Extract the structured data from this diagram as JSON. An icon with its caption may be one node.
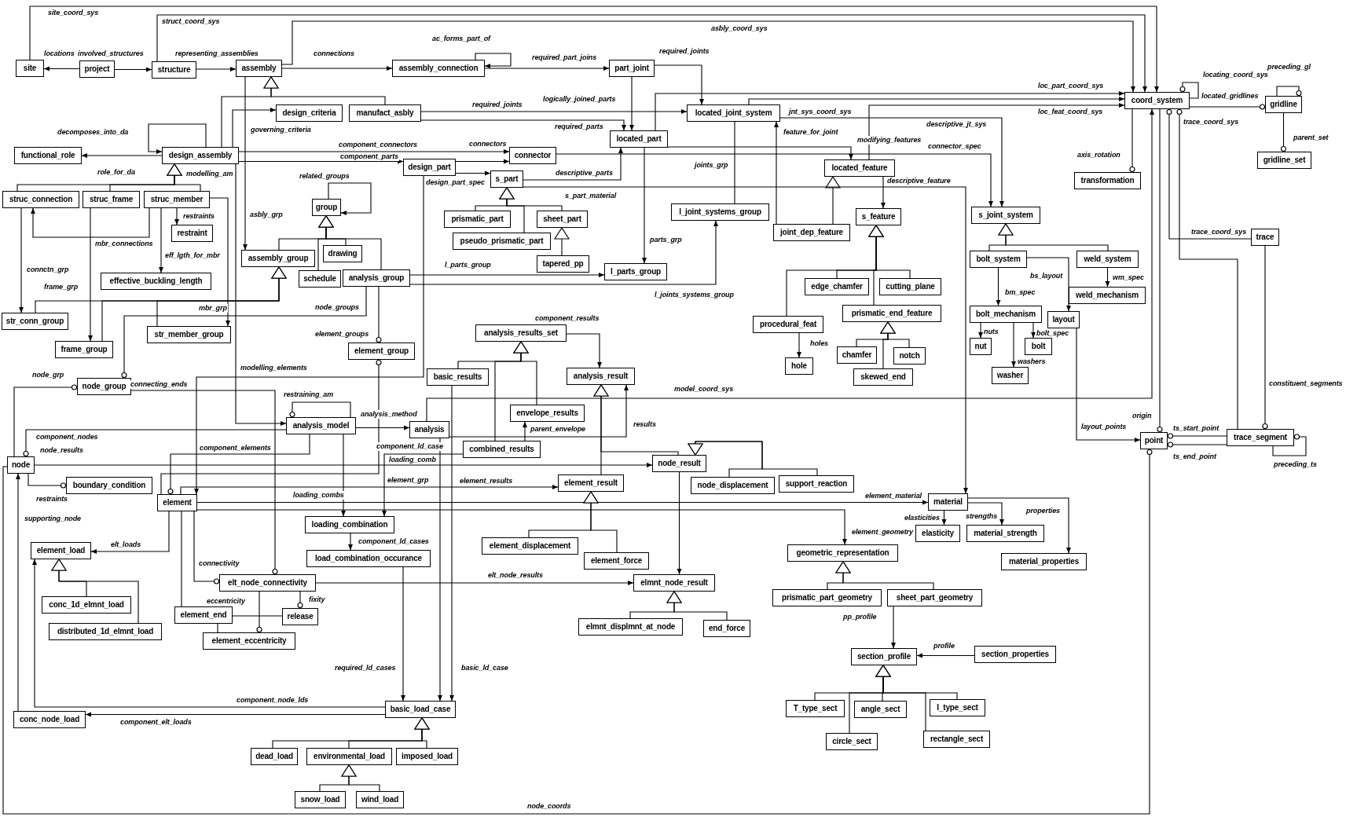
{
  "diagram": {
    "nodes": [
      {
        "text": [
          "site"
        ]
      },
      {
        "text": [
          "project"
        ]
      },
      {
        "text": [
          "structure"
        ]
      },
      {
        "text": [
          "assembly"
        ]
      },
      {
        "text": [
          "assembly_connection"
        ]
      },
      {
        "text": [
          "part_joint"
        ]
      },
      {
        "text": [
          "coord_system"
        ]
      },
      {
        "text": [
          "gridline"
        ]
      },
      {
        "text": [
          "design_criteria"
        ]
      },
      {
        "text": [
          "manufact_asbly"
        ]
      },
      {
        "text": [
          "located_joint_system"
        ]
      },
      {
        "text": [
          "located_part"
        ]
      },
      {
        "text": [
          "functional_role"
        ]
      },
      {
        "text": [
          "design_assembly"
        ]
      },
      {
        "text": [
          "design_part"
        ]
      },
      {
        "text": [
          "connector"
        ]
      },
      {
        "text": [
          "located_feature"
        ]
      },
      {
        "text": [
          "gridline_set"
        ]
      },
      {
        "text": [
          "s_part"
        ]
      },
      {
        "text": [
          "transformation"
        ]
      },
      {
        "text": [
          "struc_connection"
        ]
      },
      {
        "text": [
          "struc_frame"
        ]
      },
      {
        "text": [
          "struc_member"
        ]
      },
      {
        "text": [
          "group"
        ]
      },
      {
        "text": [
          "prismatic_part"
        ]
      },
      {
        "text": [
          "sheet_part"
        ]
      },
      {
        "text": [
          "l_joint_systems_group"
        ]
      },
      {
        "text": [
          "s_feature"
        ]
      },
      {
        "text": [
          "s_joint_system"
        ]
      },
      {
        "text": [
          "restraint"
        ]
      },
      {
        "text": [
          "pseudo_prismatic_part"
        ]
      },
      {
        "text": [
          "joint_dep_feature"
        ]
      },
      {
        "text": [
          "trace"
        ]
      },
      {
        "text": [
          "drawing"
        ]
      },
      {
        "text": [
          "assembly_group"
        ]
      },
      {
        "text": [
          "bolt_system"
        ]
      },
      {
        "text": [
          "weld_system"
        ]
      },
      {
        "text": [
          "tapered_pp"
        ]
      },
      {
        "text": [
          "schedule"
        ]
      },
      {
        "text": [
          "analysis_group"
        ]
      },
      {
        "text": [
          "effective_buckling_length"
        ]
      },
      {
        "text": [
          "l_parts_group"
        ]
      },
      {
        "text": [
          "edge_chamfer"
        ]
      },
      {
        "text": [
          "cutting_plane"
        ]
      },
      {
        "text": [
          "weld_mechanism"
        ]
      },
      {
        "text": [
          "str_conn_group"
        ]
      },
      {
        "text": [
          "prismatic_end_feature"
        ]
      },
      {
        "text": [
          "bolt_mechanism"
        ]
      },
      {
        "text": [
          "layout"
        ]
      },
      {
        "text": [
          "procedural_feat"
        ]
      },
      {
        "text": [
          "str_member_group"
        ]
      },
      {
        "text": [
          "frame_group"
        ]
      },
      {
        "text": [
          "element_group"
        ]
      },
      {
        "text": [
          "analysis_results_set"
        ]
      },
      {
        "text": [
          "chamfer"
        ]
      },
      {
        "text": [
          "notch"
        ]
      },
      {
        "text": [
          "nut"
        ]
      },
      {
        "text": [
          "bolt"
        ]
      },
      {
        "text": [
          "hole"
        ]
      },
      {
        "text": [
          "basic_results"
        ]
      },
      {
        "text": [
          "analysis_result"
        ]
      },
      {
        "text": [
          "skewed_end"
        ]
      },
      {
        "text": [
          "washer"
        ]
      },
      {
        "text": [
          "node_group"
        ]
      },
      {
        "text": [
          "envelope_results"
        ]
      },
      {
        "text": [
          "analysis_model"
        ]
      },
      {
        "text": [
          "analysis"
        ]
      },
      {
        "text": [
          "combined_results"
        ]
      },
      {
        "text": [
          "point"
        ]
      },
      {
        "text": [
          "trace_segment"
        ]
      },
      {
        "text": [
          "node"
        ]
      },
      {
        "text": [
          "node_result"
        ]
      },
      {
        "text": [
          "element_result"
        ]
      },
      {
        "text": [
          "node_displacement"
        ]
      },
      {
        "text": [
          "support_reaction"
        ]
      },
      {
        "text": [
          "boundary_condition"
        ]
      },
      {
        "text": [
          "element"
        ]
      },
      {
        "text": [
          "material"
        ]
      },
      {
        "text": [
          "loading_combination"
        ]
      },
      {
        "text": [
          "element_displacement"
        ]
      },
      {
        "text": [
          "elasticity"
        ]
      },
      {
        "text": [
          "material_strength"
        ]
      },
      {
        "text": [
          "element_load"
        ]
      },
      {
        "text": [
          "load_combination_occurance"
        ]
      },
      {
        "text": [
          "element_force"
        ]
      },
      {
        "text": [
          "geometric_representation"
        ]
      },
      {
        "text": [
          "material_properties"
        ]
      },
      {
        "text": [
          "elt_node_connectivity"
        ]
      },
      {
        "text": [
          "elmnt_node_result"
        ]
      },
      {
        "text": [
          "conc_1d_elmnt_load"
        ]
      },
      {
        "text": [
          "prismatic_part_geometry"
        ]
      },
      {
        "text": [
          "sheet_part_geometry"
        ]
      },
      {
        "text": [
          "element_end"
        ]
      },
      {
        "text": [
          "release"
        ]
      },
      {
        "text": [
          "distributed_1d_elmnt_load"
        ]
      },
      {
        "text": [
          "elmnt_displmnt_at_node"
        ]
      },
      {
        "text": [
          "end_force"
        ]
      },
      {
        "text": [
          "element_eccentricity"
        ]
      },
      {
        "text": [
          "section_profile"
        ]
      },
      {
        "text": [
          "section_properties"
        ]
      },
      {
        "text": [
          "T_type_sect"
        ]
      },
      {
        "text": [
          "angle_sect"
        ]
      },
      {
        "text": [
          "I_type_sect"
        ]
      },
      {
        "text": [
          "conc_node_load"
        ]
      },
      {
        "text": [
          "basic_load_case"
        ]
      },
      {
        "text": [
          "circle_sect"
        ]
      },
      {
        "text": [
          "rectangle_sect"
        ]
      },
      {
        "text": [
          "dead_load"
        ]
      },
      {
        "text": [
          "environmental_load"
        ]
      },
      {
        "text": [
          "imposed_load"
        ]
      },
      {
        "text": [
          "snow_load"
        ]
      },
      {
        "text": [
          "wind_load"
        ]
      }
    ],
    "edges": [
      {
        "from": 1,
        "to": 0,
        "arrow": "to",
        "label": "locations"
      },
      {
        "from": 1,
        "to": 2,
        "arrow": "to",
        "label": "involved_structures"
      },
      {
        "from": 2,
        "to": 3,
        "arrow": "to",
        "label": "representing_assemblies"
      },
      {
        "from": 3,
        "to": 4,
        "arrow": "to",
        "label": "connections"
      },
      {
        "from": 4,
        "to": 4,
        "arrow": "to",
        "label": "ac_forms_part_of"
      },
      {
        "from": 4,
        "to": 5,
        "arrow": "to",
        "label": "required_part_joins"
      },
      {
        "from": 0,
        "to": 6,
        "arrow": "to",
        "label": "site_coord_sys"
      },
      {
        "from": 2,
        "to": 6,
        "arrow": "to",
        "label": "struct_coord_sys"
      },
      {
        "from": 3,
        "to": 6,
        "arrow": "to",
        "label": "asbly_coord_sys"
      },
      {
        "from": 5,
        "to": 10,
        "arrow": "to",
        "label": "required_joints"
      },
      {
        "from": 5,
        "to": 11,
        "arrow": "to",
        "label": "logically_joined_parts"
      },
      {
        "from": 9,
        "to": 10,
        "arrow": "to",
        "label": "required_joints"
      },
      {
        "from": 9,
        "to": 11,
        "arrow": "to",
        "label": "required_parts"
      },
      {
        "from": 11,
        "to": 6,
        "arrow": "to",
        "label": "loc_part_coord_sys"
      },
      {
        "from": 10,
        "to": 6,
        "arrow": "to",
        "label": "jnt_sys_coord_sys"
      },
      {
        "from": 16,
        "to": 6,
        "arrow": "to",
        "label": "loc_feat_coord_sys"
      },
      {
        "from": 6,
        "to": 6,
        "arrow": "other",
        "label": "locating_coord_sys"
      },
      {
        "from": 6,
        "to": 7,
        "arrow": "other",
        "label": "located_gridlines"
      },
      {
        "from": 7,
        "to": 7,
        "arrow": "other",
        "label": "preceding_gl"
      },
      {
        "from": 7,
        "to": 17,
        "arrow": "other",
        "label": "parent_set"
      },
      {
        "from": 6,
        "to": 19,
        "arrow": "other",
        "label": "axis_rotation"
      },
      {
        "from": 32,
        "to": 6,
        "arrow": "other",
        "label": "trace_coord_sys"
      },
      {
        "from": 69,
        "to": 6,
        "arrow": "other",
        "label": "trace_coord_sys"
      },
      {
        "from": 66,
        "to": 6,
        "arrow": "to",
        "label": "model_coord_sys"
      },
      {
        "from": 48,
        "to": 68,
        "arrow": "to",
        "label": "layout_points"
      },
      {
        "from": 6,
        "to": 68,
        "arrow": "other",
        "label": "origin"
      },
      {
        "from": 32,
        "to": 69,
        "arrow": "other",
        "label": "constituent_segments"
      },
      {
        "from": 69,
        "to": 68,
        "arrow": "other",
        "label": "ts_start_point"
      },
      {
        "from": 69,
        "to": 68,
        "arrow": "other",
        "label": "ts_end_point"
      },
      {
        "from": 69,
        "to": 69,
        "arrow": "other",
        "label": "preceding_ts"
      },
      {
        "from": 70,
        "to": 68,
        "arrow": "other",
        "label": "node_coords"
      },
      {
        "from": 16,
        "to": 27,
        "arrow": "to",
        "label": "descriptive_feature"
      },
      {
        "from": 11,
        "to": 16,
        "arrow": "to",
        "label": "modifying_features"
      },
      {
        "from": 31,
        "to": 10,
        "arrow": "to",
        "label": "feature_for_joint"
      },
      {
        "from": 10,
        "to": 26,
        "arrow": "none",
        "label": "joints_grp"
      },
      {
        "from": 39,
        "to": 26,
        "arrow": "to",
        "label": "l_joints_systems_group"
      },
      {
        "from": 39,
        "to": 41,
        "arrow": "to",
        "label": "l_parts_group"
      },
      {
        "from": 11,
        "to": 41,
        "arrow": "to",
        "label": "parts_grp"
      },
      {
        "from": 18,
        "to": 11,
        "arrow": "to",
        "label": "descriptive_parts"
      },
      {
        "from": 14,
        "to": 15,
        "arrow": "to",
        "label": "connectors"
      },
      {
        "from": 13,
        "to": 15,
        "arrow": "to",
        "label": "component_connectors"
      },
      {
        "from": 13,
        "to": 14,
        "arrow": "to",
        "label": "component_parts"
      },
      {
        "from": 14,
        "to": 18,
        "arrow": "to",
        "label": "design_part_spec"
      },
      {
        "from": 13,
        "to": 8,
        "arrow": "to",
        "label": "governing_criteria"
      },
      {
        "from": 13,
        "to": 13,
        "arrow": "to",
        "label": "decomposes_into_da"
      },
      {
        "from": 13,
        "to": 12,
        "arrow": "to",
        "label": "role_for_da"
      },
      {
        "from": 13,
        "to": 65,
        "arrow": "to",
        "label": "modelling_am"
      },
      {
        "from": 22,
        "to": 29,
        "arrow": "to",
        "label": "restraints"
      },
      {
        "from": 22,
        "to": 50,
        "arrow": "to",
        "label": "mbr_grp"
      },
      {
        "from": 22,
        "to": 40,
        "arrow": "to",
        "label": "eff_lgth_for_mbr"
      },
      {
        "from": 22,
        "to": 20,
        "arrow": "to",
        "label": "mbr_connections"
      },
      {
        "from": 20,
        "to": 45,
        "arrow": "to",
        "label": "connctn_grp"
      },
      {
        "from": 21,
        "to": 51,
        "arrow": "to",
        "label": "frame_grp"
      },
      {
        "from": 23,
        "to": 23,
        "arrow": "to",
        "label": "related_groups"
      },
      {
        "from": 3,
        "to": 34,
        "arrow": "to",
        "label": "asbly_grp"
      },
      {
        "from": 39,
        "to": 63,
        "arrow": "other",
        "label": "node_groups"
      },
      {
        "from": 39,
        "to": 52,
        "arrow": "other",
        "label": "element_groups"
      },
      {
        "from": 70,
        "to": 63,
        "arrow": "other",
        "label": "node_grp"
      },
      {
        "from": 14,
        "to": 76,
        "arrow": "to",
        "label": "modelling_elements"
      },
      {
        "from": 63,
        "to": 87,
        "arrow": "other",
        "label": "connecting_ends"
      },
      {
        "from": 76,
        "to": 52,
        "arrow": "other",
        "label": "element_grp"
      },
      {
        "from": 65,
        "to": 76,
        "arrow": "other",
        "label": "component_elements"
      },
      {
        "from": 65,
        "to": 70,
        "arrow": "other",
        "label": "component_nodes"
      },
      {
        "from": 70,
        "to": 71,
        "arrow": "to",
        "label": "node_results"
      },
      {
        "from": 76,
        "to": 72,
        "arrow": "to",
        "label": "element_results"
      },
      {
        "from": 65,
        "to": 66,
        "arrow": "to",
        "label": "analysis_method"
      },
      {
        "from": 67,
        "to": 78,
        "arrow": "to",
        "label": "loading_comb"
      },
      {
        "from": 65,
        "to": 78,
        "arrow": "to",
        "label": "loading_combs"
      },
      {
        "from": 76,
        "to": 77,
        "arrow": "to",
        "label": "element_material"
      },
      {
        "from": 76,
        "to": 85,
        "arrow": "to",
        "label": "element_geometry"
      },
      {
        "from": 78,
        "to": 83,
        "arrow": "to",
        "label": "component_ld_cases"
      },
      {
        "from": 83,
        "to": 104,
        "arrow": "to",
        "label": "required_ld_cases"
      },
      {
        "from": 66,
        "to": 104,
        "arrow": "to",
        "label": "component_ld_case"
      },
      {
        "from": 59,
        "to": 104,
        "arrow": "to",
        "label": "basic_ld_case"
      },
      {
        "from": 104,
        "to": 82,
        "arrow": "to",
        "label": "component_node_lds"
      },
      {
        "from": 104,
        "to": 103,
        "arrow": "to",
        "label": "component_elt_loads"
      },
      {
        "from": 76,
        "to": 82,
        "arrow": "to",
        "label": "elt_loads"
      },
      {
        "from": 103,
        "to": 70,
        "arrow": "to",
        "label": "supporting_node"
      },
      {
        "from": 70,
        "to": 75,
        "arrow": "other",
        "label": "restraints"
      },
      {
        "from": 76,
        "to": 87,
        "arrow": "other",
        "label": "connectivity"
      },
      {
        "from": 76,
        "to": 92,
        "arrow": "none"
      },
      {
        "from": 87,
        "to": 97,
        "arrow": "other",
        "label": "eccentricity"
      },
      {
        "from": 87,
        "to": 93,
        "arrow": "other",
        "label": "fixity"
      },
      {
        "from": 92,
        "to": 93,
        "arrow": "none"
      },
      {
        "from": 92,
        "to": 97,
        "arrow": "none"
      },
      {
        "from": 87,
        "to": 88,
        "arrow": "to",
        "label": "elt_node_results"
      },
      {
        "from": 53,
        "to": 60,
        "arrow": "to",
        "label": "component_results"
      },
      {
        "from": 67,
        "to": 64,
        "arrow": "to",
        "label": "parent_envelope"
      },
      {
        "from": 66,
        "to": 60,
        "arrow": "to",
        "label": "results"
      },
      {
        "from": 71,
        "to": 88,
        "arrow": "to"
      },
      {
        "from": 77,
        "to": 80,
        "arrow": "to",
        "label": "elasticities"
      },
      {
        "from": 77,
        "to": 81,
        "arrow": "to",
        "label": "strengths"
      },
      {
        "from": 77,
        "to": 86,
        "arrow": "to",
        "label": "properties"
      },
      {
        "from": 91,
        "to": 98,
        "arrow": "to",
        "label": "pp_profile"
      },
      {
        "from": 99,
        "to": 98,
        "arrow": "to",
        "label": "profile"
      },
      {
        "from": 49,
        "to": 58,
        "arrow": "to",
        "label": "holes"
      },
      {
        "from": 10,
        "to": 28,
        "arrow": "to",
        "label": "descriptive_jt_sys"
      },
      {
        "from": 15,
        "to": 28,
        "arrow": "to",
        "label": "connector_spec"
      },
      {
        "from": 35,
        "to": 47,
        "arrow": "to",
        "label": "bm_spec"
      },
      {
        "from": 35,
        "to": 48,
        "arrow": "to",
        "label": "bs_layout"
      },
      {
        "from": 36,
        "to": 44,
        "arrow": "to",
        "label": "wm_spec"
      },
      {
        "from": 47,
        "to": 56,
        "arrow": "to",
        "label": "nuts"
      },
      {
        "from": 47,
        "to": 57,
        "arrow": "to",
        "label": "bolt_spec"
      },
      {
        "from": 47,
        "to": 62,
        "arrow": "to",
        "label": "washers"
      },
      {
        "from": 65,
        "to": 65,
        "arrow": "other",
        "label": "restraining_am"
      },
      {
        "from": 13,
        "to": 3,
        "arrow": "to"
      },
      {
        "from": 9,
        "to": 3,
        "arrow": "to"
      },
      {
        "from": 20,
        "to": 13,
        "arrow": "to"
      },
      {
        "from": 21,
        "to": 13,
        "arrow": "to"
      },
      {
        "from": 22,
        "to": 13,
        "arrow": "to"
      },
      {
        "from": 34,
        "to": 23,
        "arrow": "to"
      },
      {
        "from": 33,
        "to": 23,
        "arrow": "to"
      },
      {
        "from": 38,
        "to": 23,
        "arrow": "to"
      },
      {
        "from": 39,
        "to": 23,
        "arrow": "to"
      },
      {
        "from": 45,
        "to": 34,
        "arrow": "to"
      },
      {
        "from": 51,
        "to": 34,
        "arrow": "to"
      },
      {
        "from": 50,
        "to": 34,
        "arrow": "to"
      },
      {
        "from": 24,
        "to": 18,
        "arrow": "to"
      },
      {
        "from": 25,
        "to": 18,
        "arrow": "to"
      },
      {
        "from": 30,
        "to": 18,
        "arrow": "to"
      },
      {
        "from": 37,
        "to": 25,
        "arrow": "to"
      },
      {
        "from": 31,
        "to": 16,
        "arrow": "to"
      },
      {
        "from": 42,
        "to": 27,
        "arrow": "to"
      },
      {
        "from": 43,
        "to": 27,
        "arrow": "to"
      },
      {
        "from": 49,
        "to": 27,
        "arrow": "to"
      },
      {
        "from": 46,
        "to": 27,
        "arrow": "to"
      },
      {
        "from": 54,
        "to": 46,
        "arrow": "to"
      },
      {
        "from": 55,
        "to": 46,
        "arrow": "to"
      },
      {
        "from": 61,
        "to": 46,
        "arrow": "to"
      },
      {
        "from": 35,
        "to": 28,
        "arrow": "to"
      },
      {
        "from": 36,
        "to": 28,
        "arrow": "to"
      },
      {
        "from": 59,
        "to": 53,
        "arrow": "to"
      },
      {
        "from": 67,
        "to": 53,
        "arrow": "to"
      },
      {
        "from": 64,
        "to": 53,
        "arrow": "to"
      },
      {
        "from": 71,
        "to": 60,
        "arrow": "to"
      },
      {
        "from": 72,
        "to": 60,
        "arrow": "to"
      },
      {
        "from": 73,
        "to": 71,
        "arrow": "to"
      },
      {
        "from": 74,
        "to": 71,
        "arrow": "to"
      },
      {
        "from": 79,
        "to": 72,
        "arrow": "to"
      },
      {
        "from": 84,
        "to": 72,
        "arrow": "to"
      },
      {
        "from": 95,
        "to": 88,
        "arrow": "to"
      },
      {
        "from": 96,
        "to": 88,
        "arrow": "to"
      },
      {
        "from": 90,
        "to": 85,
        "arrow": "to"
      },
      {
        "from": 91,
        "to": 85,
        "arrow": "to"
      },
      {
        "from": 100,
        "to": 98,
        "arrow": "to"
      },
      {
        "from": 101,
        "to": 98,
        "arrow": "to"
      },
      {
        "from": 102,
        "to": 98,
        "arrow": "to"
      },
      {
        "from": 105,
        "to": 98,
        "arrow": "to"
      },
      {
        "from": 106,
        "to": 98,
        "arrow": "to"
      },
      {
        "from": 89,
        "to": 82,
        "arrow": "to"
      },
      {
        "from": 94,
        "to": 82,
        "arrow": "to"
      },
      {
        "from": 107,
        "to": 104,
        "arrow": "to"
      },
      {
        "from": 108,
        "to": 104,
        "arrow": "to"
      },
      {
        "from": 109,
        "to": 104,
        "arrow": "to"
      },
      {
        "from": 110,
        "to": 108,
        "arrow": "to"
      },
      {
        "from": 111,
        "to": 108,
        "arrow": "to"
      },
      {
        "from": 18,
        "to": 77,
        "arrow": "to",
        "label": "s_part_material"
      }
    ]
  }
}
